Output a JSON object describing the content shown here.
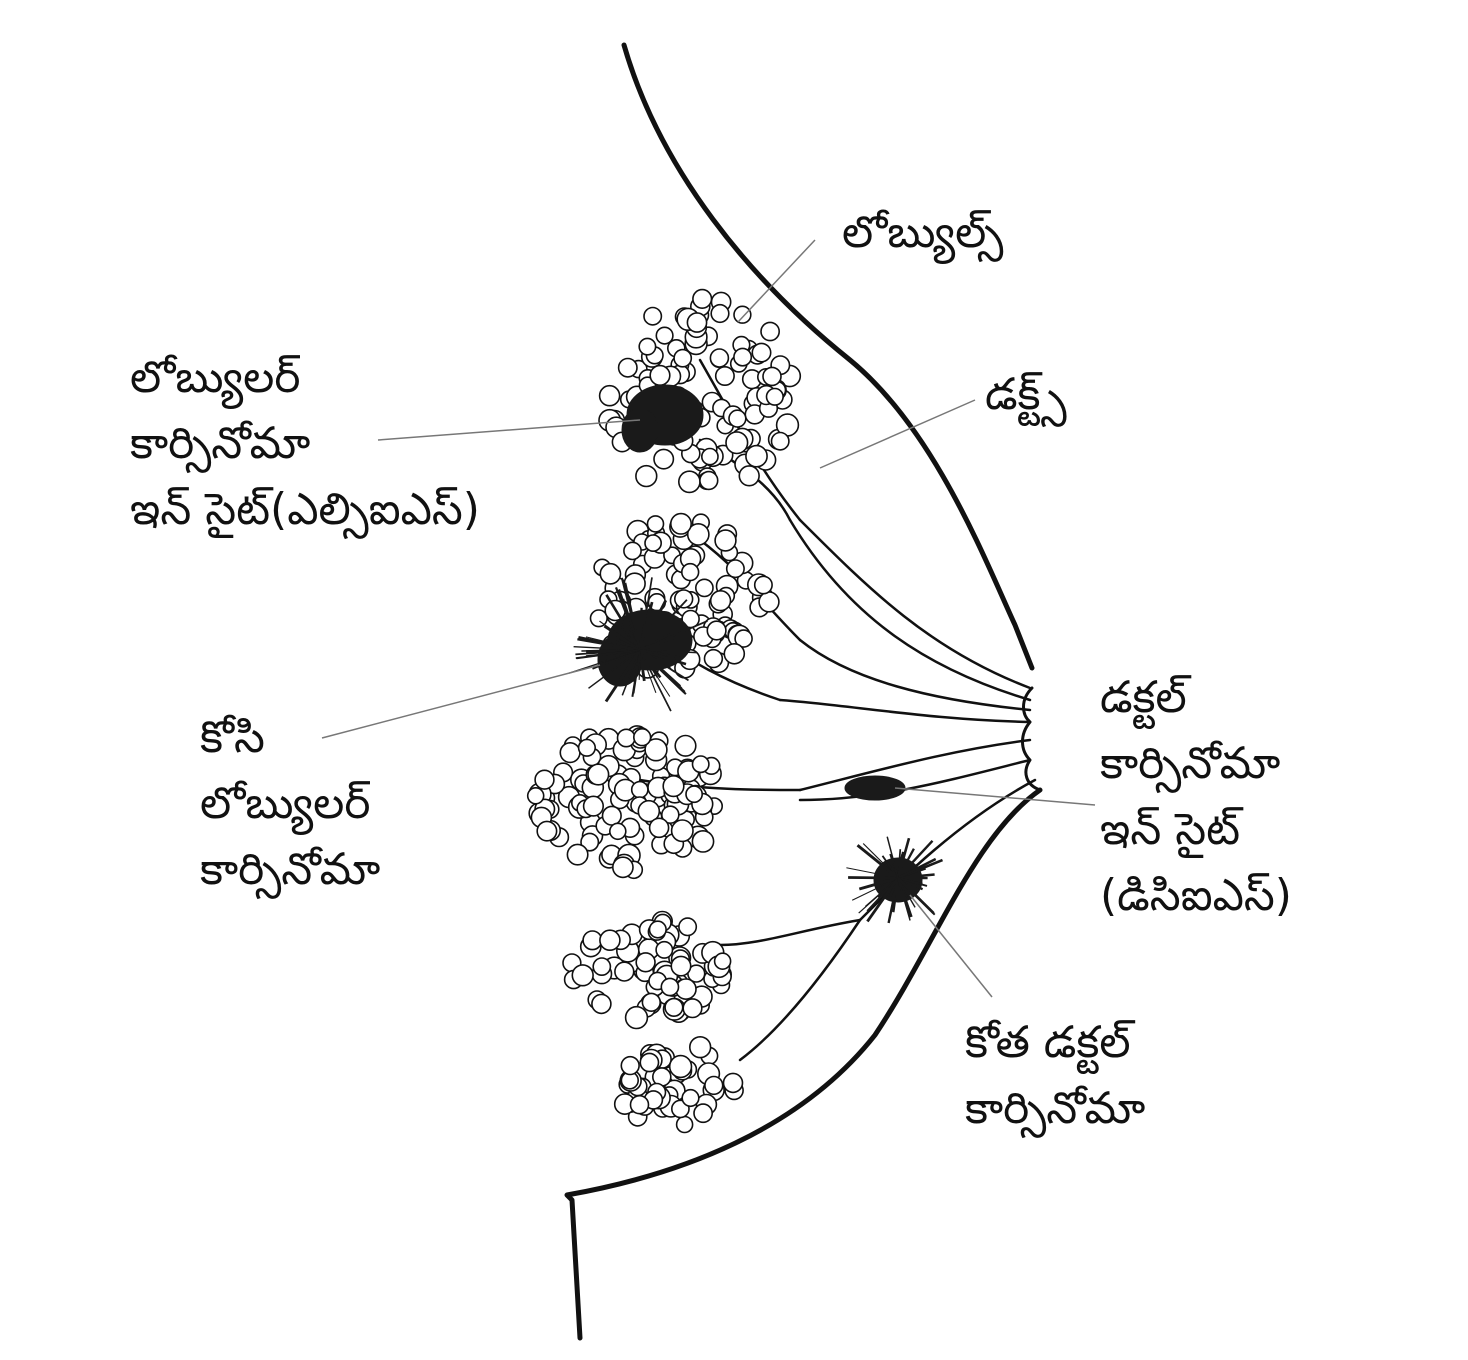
{
  "labels": {
    "lobules": "లోబ్యుల్స్",
    "ducts": "డక్ట్స్",
    "lcis": [
      "లోబ్యులర్",
      "కార్సినోమా",
      "ఇన్ సైట్(ఎల్సిఐఎస్)"
    ],
    "dcis": [
      "డక్టల్",
      "కార్సినోమా",
      "ఇన్ సైట్",
      "(డిసిఐఎస్)"
    ],
    "invasive_lobular": [
      "కోసి",
      "లోబ్యులర్",
      "కార్సినోమా"
    ],
    "invasive_ductal": [
      "కోత డక్టల్",
      "కార్సినోమా"
    ]
  },
  "colors": {
    "ink": "#111111",
    "tumor": "#1a1a1a",
    "leader": "#777777",
    "background": "#ffffff"
  }
}
